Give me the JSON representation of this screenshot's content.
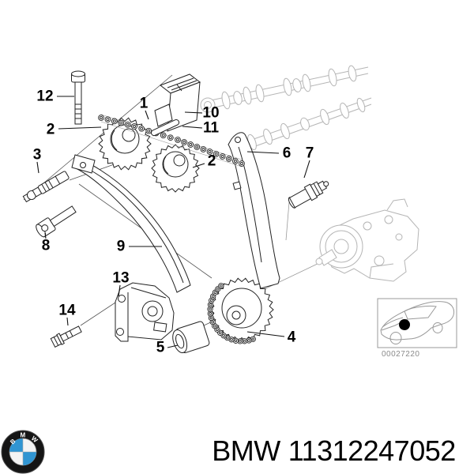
{
  "diagram": {
    "callouts": [
      {
        "label": "12"
      },
      {
        "label": "2"
      },
      {
        "label": "3"
      },
      {
        "label": "8"
      },
      {
        "label": "1"
      },
      {
        "label": "10"
      },
      {
        "label": "11"
      },
      {
        "label": "2"
      },
      {
        "label": "6"
      },
      {
        "label": "7"
      },
      {
        "label": "9"
      },
      {
        "label": "13"
      },
      {
        "label": "14"
      },
      {
        "label": "5"
      },
      {
        "label": "4"
      }
    ],
    "thumbnail_caption": "00027220"
  },
  "footer": {
    "brand": "BMW",
    "part_number": "11312247052",
    "logo_letters": [
      "B",
      "M",
      "W"
    ]
  },
  "colors": {
    "line": "#222222",
    "faint": "#b5b5b5",
    "bmw_blue": "#3095d2"
  }
}
